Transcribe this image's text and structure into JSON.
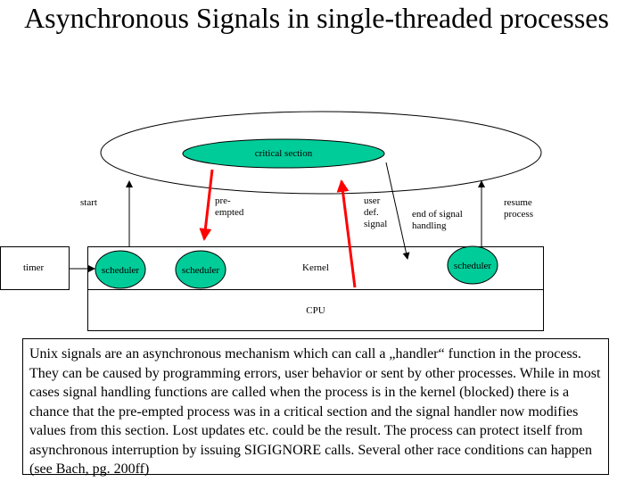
{
  "title": "Asynchronous Signals in single-threaded processes",
  "labels": {
    "critical_section": "critical section",
    "start": "start",
    "pre_empted": [
      "pre-",
      "empted"
    ],
    "user_def_signal": [
      "user",
      "def.",
      "signal"
    ],
    "end_of_signal_handling": [
      "end of signal",
      "handling"
    ],
    "resume_process": [
      "resume",
      "process"
    ],
    "timer": "timer",
    "scheduler": "scheduler",
    "kernel": "Kernel",
    "cpu": "CPU"
  },
  "description": "Unix signals are an asynchronous mechanism which can call a „handler“ function in the process. They can be caused by programming errors, user behavior or sent by other processes. While in most cases signal handling functions are called when the process is in the kernel (blocked) there is a chance that the pre-empted process was in a critical section and the signal handler now modifies values from this section. Lost updates etc. could be the result. The process can protect itself from asynchronous interruption by issuing SIGIGNORE calls. Several other race conditions can happen (see Bach, pg. 200ff)",
  "colors": {
    "scheduler_fill": "#00cc99",
    "highlight_arrow": "#ff0000",
    "outline": "#000000"
  }
}
